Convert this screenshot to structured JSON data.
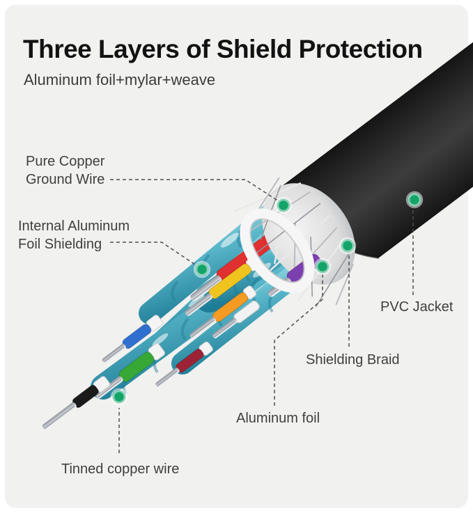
{
  "page": {
    "background": "#ffffff",
    "panel": "#f1f1ef",
    "label_color": "#3f3f3f",
    "line_color": "#4d4d4d"
  },
  "header": {
    "title": "Three Layers of Shield Protection",
    "subtitle": "Aluminum foil+mylar+weave"
  },
  "callouts": {
    "pure_copper_ground_wire": {
      "label": "Pure Copper\nGround Wire"
    },
    "internal_aluminum_foil_shielding": {
      "label": "Internal Aluminum\nFoil Shielding"
    },
    "pvc_jacket": {
      "label": "PVC Jacket"
    },
    "shielding_braid": {
      "label": "Shielding Braid"
    },
    "aluminum_foil": {
      "label": "Aluminum foil"
    },
    "tinned_copper_wire": {
      "label": "Tinned copper wire"
    }
  },
  "illustration": {
    "description": "USB cable cut-away showing jacket, braid, foil and twisted wire pairs",
    "marker_color": "#14a46a",
    "colors": {
      "jacket": "#303030",
      "jacket_dark": "#161616",
      "braid": "#dcdcdc",
      "foil_sleeve": "#f6f6f6",
      "twisted_pair_foil": "#5cb9cc",
      "twisted_pair_light": "#d9f3f6",
      "twisted_pair_dark": "#1e7d96",
      "wire_red": "#e03030",
      "wire_yellow": "#f0c41e",
      "wire_orange": "#f59a23",
      "wire_purple": "#7b3fb0",
      "wire_blue": "#2f6fd0",
      "wire_green": "#37a836",
      "wire_black": "#1b1b1b",
      "wire_maroon": "#9b2335",
      "wire_white": "#f2f2f2",
      "tinned_strand": "#c9ccd1"
    }
  }
}
